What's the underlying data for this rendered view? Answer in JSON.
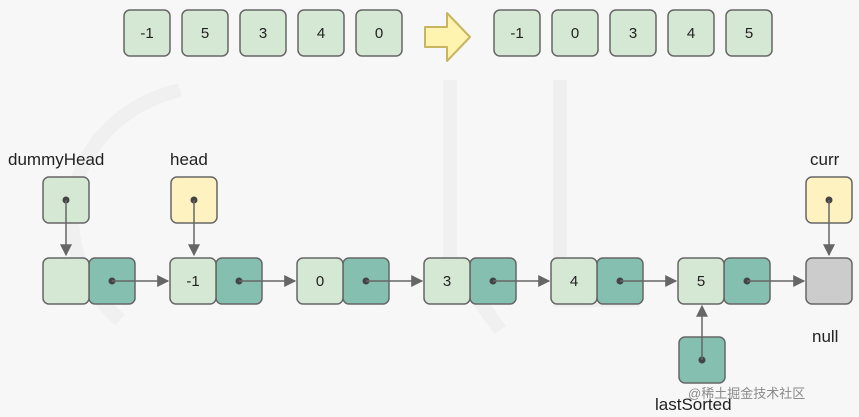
{
  "array_before": [
    "-1",
    "5",
    "3",
    "4",
    "0"
  ],
  "array_after": [
    "-1",
    "0",
    "3",
    "4",
    "5"
  ],
  "labels": {
    "dummy_head": "dummyHead",
    "head": "head",
    "curr": "curr",
    "null": "null",
    "last_sorted": "lastSorted"
  },
  "list_nodes": [
    "",
    "-1",
    "0",
    "3",
    "4",
    "5"
  ],
  "watermark": "@稀土掘金技术社区",
  "colors": {
    "value_cell": "#d5e8d4",
    "pointer_cell": "#85bfb0",
    "head_pointer": "#fff2c1",
    "null_node": "#cccccc",
    "stroke": "#666666",
    "arrow_fill": "#fff3b0",
    "arrow_stroke": "#c8b560"
  }
}
